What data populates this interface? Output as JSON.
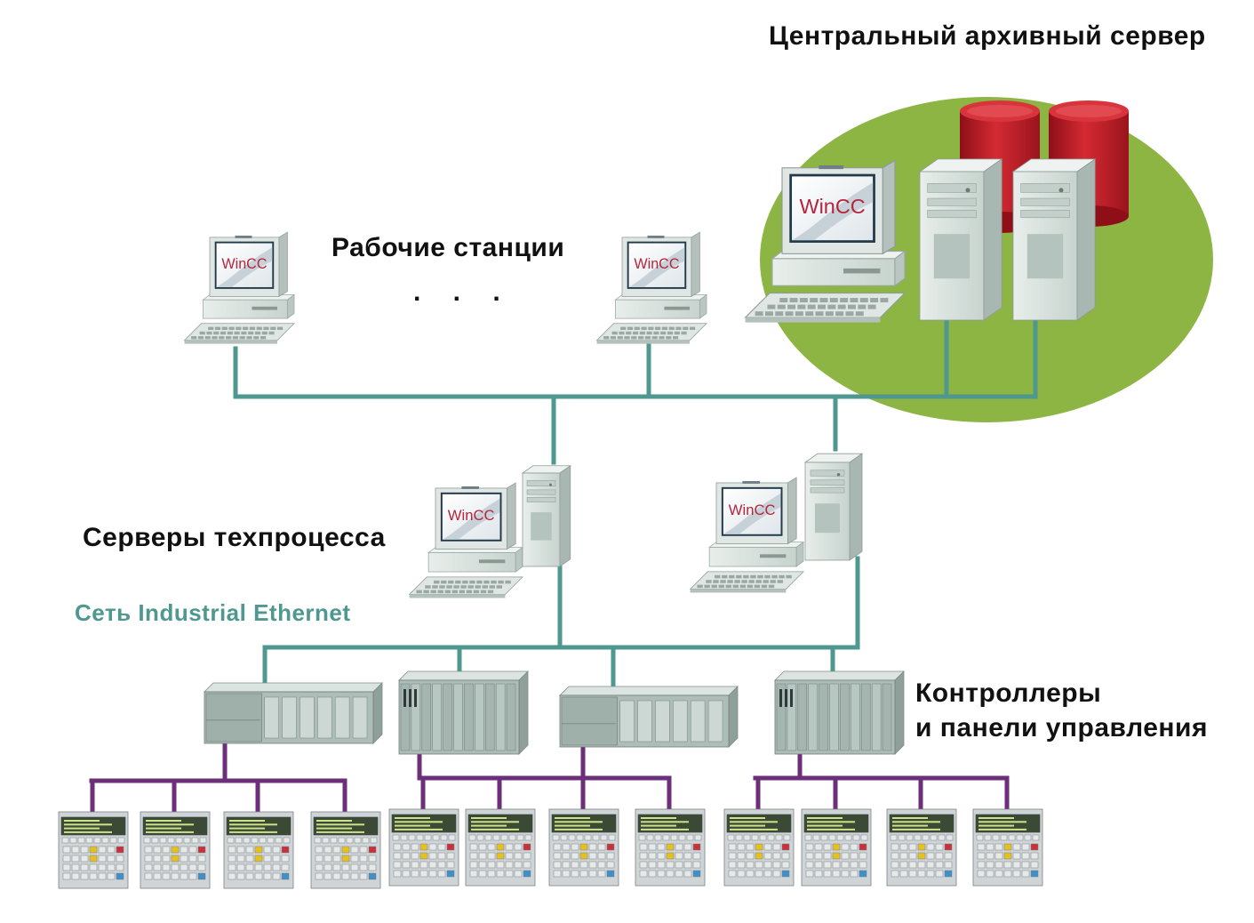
{
  "labels": {
    "central_server": "Центральный архивный сервер",
    "workstations": "Рабочие станции",
    "workstations_ellipsis": ". . .",
    "process_servers": "Серверы техпроцесса",
    "network": "Сеть Industrial Ethernet",
    "controllers_line1": "Контроллеры",
    "controllers_line2": "и панели управления"
  },
  "screen_logo": "WinCC",
  "colors": {
    "ethernet": "#4e9890",
    "fieldbus": "#6e2f7a",
    "archive_zone": "#8db544",
    "database": "#c4202a",
    "network_label": "#4e9890",
    "equipment": "#c9d6d0",
    "logo_text": "#b5253e"
  }
}
